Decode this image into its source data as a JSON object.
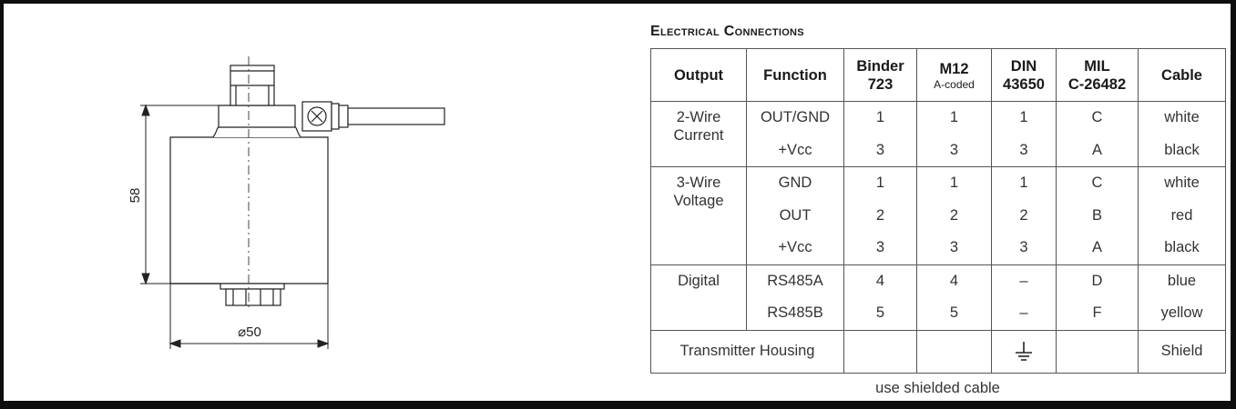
{
  "drawing": {
    "height_label": "58",
    "diameter_label": "⌀50"
  },
  "connections": {
    "title": "Electrical Connections",
    "headers": {
      "output": "Output",
      "function": "Function",
      "binder": "Binder",
      "binder_sub": "723",
      "m12": "M12",
      "m12_sub": "A-coded",
      "din": "DIN",
      "din_sub": "43650",
      "mil": "MIL",
      "mil_sub": "C-26482",
      "cable": "Cable"
    },
    "groups": [
      {
        "output_line1": "2-Wire",
        "output_line2": "Current",
        "rows": [
          {
            "function": "OUT/GND",
            "binder": "1",
            "m12": "1",
            "din": "1",
            "mil": "C",
            "cable": "white"
          },
          {
            "function": "+Vcc",
            "binder": "3",
            "m12": "3",
            "din": "3",
            "mil": "A",
            "cable": "black"
          }
        ]
      },
      {
        "output_line1": "3-Wire",
        "output_line2": "Voltage",
        "rows": [
          {
            "function": "GND",
            "binder": "1",
            "m12": "1",
            "din": "1",
            "mil": "C",
            "cable": "white"
          },
          {
            "function": "OUT",
            "binder": "2",
            "m12": "2",
            "din": "2",
            "mil": "B",
            "cable": "red"
          },
          {
            "function": "+Vcc",
            "binder": "3",
            "m12": "3",
            "din": "3",
            "mil": "A",
            "cable": "black"
          }
        ]
      },
      {
        "output_line1": "Digital",
        "output_line2": "",
        "rows": [
          {
            "function": "RS485A",
            "binder": "4",
            "m12": "4",
            "din": "–",
            "mil": "D",
            "cable": "blue"
          },
          {
            "function": "RS485B",
            "binder": "5",
            "m12": "5",
            "din": "–",
            "mil": "F",
            "cable": "yellow"
          }
        ]
      }
    ],
    "housing": {
      "label": "Transmitter Housing",
      "din_icon": "ground-icon",
      "cable": "Shield"
    },
    "footnote": "use shielded cable"
  }
}
